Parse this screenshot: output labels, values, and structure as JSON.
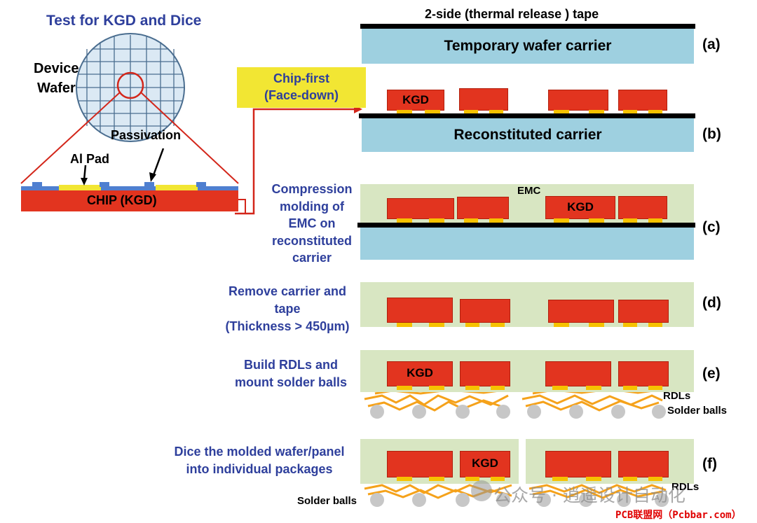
{
  "wafer": {
    "title": "Test for KGD and Dice",
    "device_label_1": "Device",
    "device_label_2": "Wafer",
    "passivation": "Passivation",
    "al_pad": "Al Pad",
    "chip": "CHIP (KGD)"
  },
  "tape_label": "2-side (thermal release ) tape",
  "carrier_a": "Temporary wafer carrier",
  "carrier_b": "Reconstituted carrier",
  "chip_first": {
    "line1": "Chip-first",
    "line2": "(Face-down)"
  },
  "kgd": "KGD",
  "emc": "EMC",
  "rdls": "RDLs",
  "solder_balls": "Solder balls",
  "steps": {
    "a": "(a)",
    "b": "(b)",
    "c": "(c)",
    "d": "(d)",
    "e": "(e)",
    "f": "(f)"
  },
  "captions": {
    "c": [
      "Compression",
      "molding of",
      "EMC on",
      "reconstituted",
      "carrier"
    ],
    "d": [
      "Remove carrier and",
      "tape",
      "(Thickness > 450µm)"
    ],
    "e": [
      "Build RDLs and",
      "mount solder balls"
    ],
    "f": [
      "Dice the molded wafer/panel",
      "into individual packages"
    ]
  },
  "watermark": "公众号 · 逍遥设计自动化",
  "source": "PCB联盟网（Pcbbar.com）",
  "colors": {
    "caption": "#2e3f9c",
    "chip": "#e2341f",
    "carrier": "#9ed0e0",
    "emc": "#d8e6c2",
    "pad": "#f6c200",
    "rdl": "#f5a21b",
    "highlight": "#f2e633"
  }
}
